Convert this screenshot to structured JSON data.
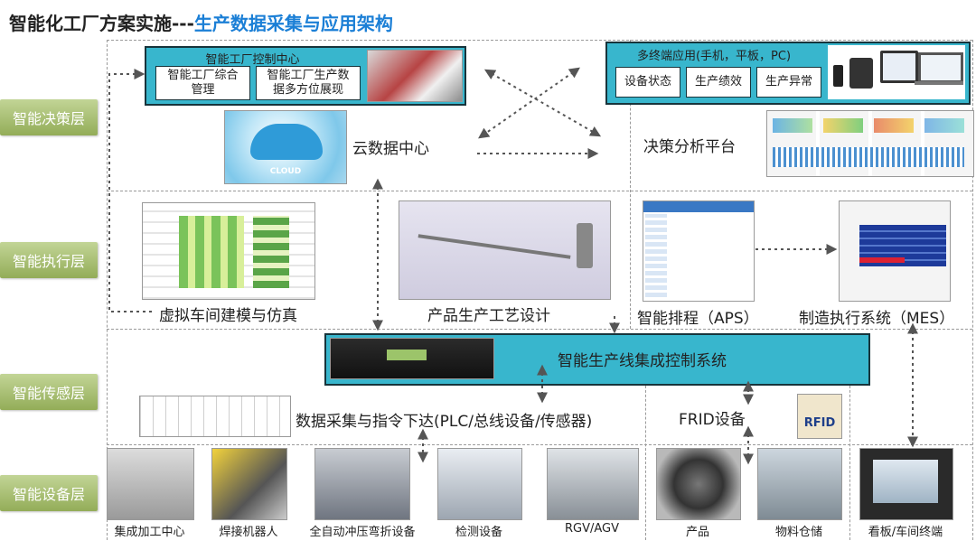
{
  "title": {
    "prefix": "智能化工厂方案实施---",
    "highlight": "生产数据采集与应用架构"
  },
  "layers": [
    "智能决策层",
    "智能执行层",
    "智能传感层",
    "智能设备层"
  ],
  "decision": {
    "control_center": {
      "title": "智能工厂控制中心",
      "item1": "智能工厂综合\n管理",
      "item2": "智能工厂生产数\n据多方位展现"
    },
    "multi_terminal": {
      "title": "多终端应用(手机，平板，PC)",
      "items": [
        "设备状态",
        "生产绩效",
        "生产异常"
      ]
    },
    "cloud_label": "云数据中心",
    "cloud_logo": "CLOUD",
    "analysis_label": "决策分析平台"
  },
  "execution": {
    "virtual": "虚拟车间建模与仿真",
    "process": "产品生产工艺设计",
    "aps": "智能排程（APS）",
    "mes": "制造执行系统（MES）"
  },
  "sensing": {
    "integration": "智能生产线集成控制系统",
    "collection": "数据采集与指令下达(PLC/总线设备/传感器)",
    "rfid_device": "FRID设备",
    "rfid_logo": "RFID"
  },
  "equipment": [
    "集成加工中心",
    "焊接机器人",
    "全自动冲压弯折设备",
    "检测设备",
    "RGV/AGV",
    "产品",
    "物料仓储",
    "看板/车间终端"
  ],
  "colors": {
    "accent_blue": "#1b7fd6",
    "teal": "#38b6cd",
    "layer_green": "#93ad58"
  }
}
